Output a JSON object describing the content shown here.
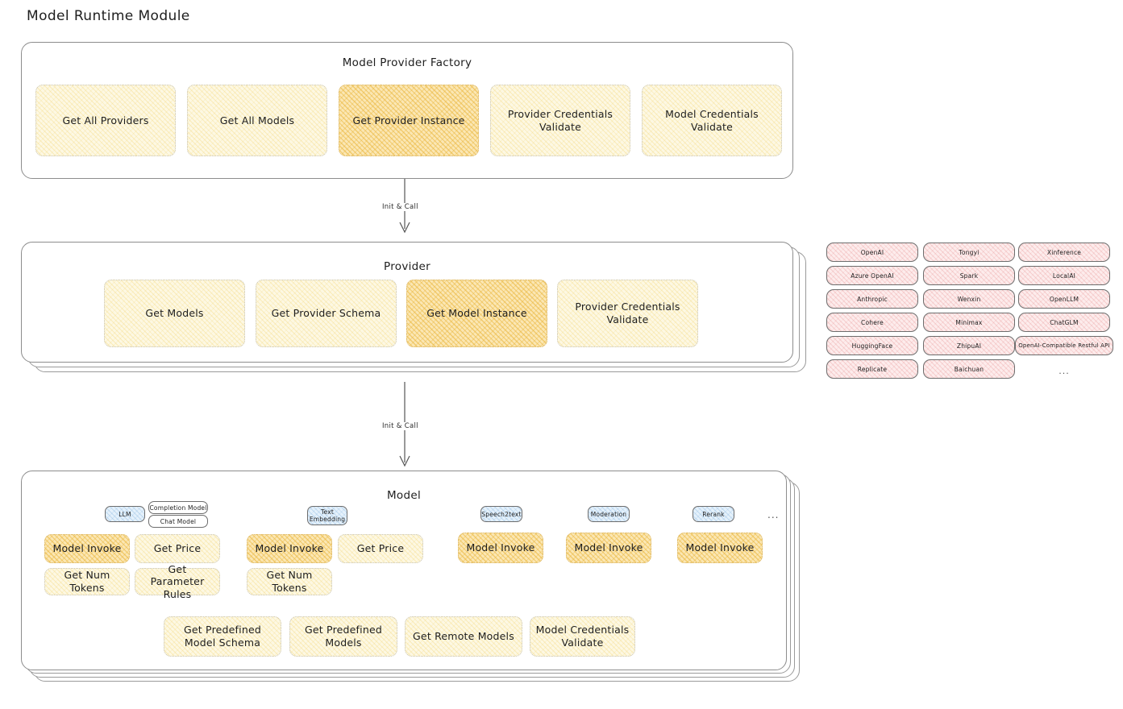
{
  "page": {
    "title": "Model Runtime Module"
  },
  "factory": {
    "title": "Model Provider Factory",
    "boxes": [
      {
        "label": "Get All Providers",
        "highlight": false
      },
      {
        "label": "Get All Models",
        "highlight": false
      },
      {
        "label": "Get Provider Instance",
        "highlight": true
      },
      {
        "label": "Provider Credentials Validate",
        "highlight": false
      },
      {
        "label": "Model Credentials Validate",
        "highlight": false
      }
    ]
  },
  "arrows": [
    {
      "label": "Init & Call"
    },
    {
      "label": "Init & Call"
    }
  ],
  "provider": {
    "title": "Provider",
    "boxes": [
      {
        "label": "Get Models",
        "highlight": false
      },
      {
        "label": "Get Provider Schema",
        "highlight": false
      },
      {
        "label": "Get Model Instance",
        "highlight": true
      },
      {
        "label": "Provider Credentials Validate",
        "highlight": false
      }
    ]
  },
  "provider_list": {
    "column1": [
      "OpenAI",
      "Azure OpenAI",
      "Anthropic",
      "Cohere",
      "HuggingFace",
      "Replicate"
    ],
    "column2": [
      "Tongyi",
      "Spark",
      "Wenxin",
      "Minimax",
      "ZhipuAI",
      "Baichuan"
    ],
    "column3": [
      "Xinference",
      "LocalAI",
      "OpenLLM",
      "ChatGLM",
      "OpenAI-Compatible Restful API"
    ],
    "more": "..."
  },
  "model": {
    "title": "Model",
    "more_types": "...",
    "types": [
      {
        "name": "LLM",
        "subtags": [
          "Completion Model",
          "Chat Model"
        ],
        "boxes": [
          {
            "label": "Model Invoke",
            "highlight": true
          },
          {
            "label": "Get Price",
            "highlight": false
          },
          {
            "label": "Get Num Tokens",
            "highlight": false
          },
          {
            "label": "Get Parameter Rules",
            "highlight": false
          }
        ]
      },
      {
        "name": "Text Embedding",
        "subtags": [],
        "boxes": [
          {
            "label": "Model Invoke",
            "highlight": true
          },
          {
            "label": "Get Price",
            "highlight": false
          },
          {
            "label": "Get Num Tokens",
            "highlight": false
          }
        ]
      },
      {
        "name": "Speech2text",
        "subtags": [],
        "boxes": [
          {
            "label": "Model Invoke",
            "highlight": true
          }
        ]
      },
      {
        "name": "Moderation",
        "subtags": [],
        "boxes": [
          {
            "label": "Model Invoke",
            "highlight": true
          }
        ]
      },
      {
        "name": "Rerank",
        "subtags": [],
        "boxes": [
          {
            "label": "Model Invoke",
            "highlight": true
          }
        ]
      }
    ],
    "common_boxes": [
      {
        "label": "Get Predefined Model Schema"
      },
      {
        "label": "Get Predefined Models"
      },
      {
        "label": "Get Remote Models"
      },
      {
        "label": "Model Credentials Validate"
      }
    ]
  },
  "colors": {
    "highlight_fill": "#fbe7b4",
    "normal_fill": "#fdf8e3",
    "provider_tag_fill": "#fdecec",
    "model_tag_fill": "#e5f1fb",
    "card_border": "#8d8d8d",
    "text": "#1e1e1e"
  }
}
